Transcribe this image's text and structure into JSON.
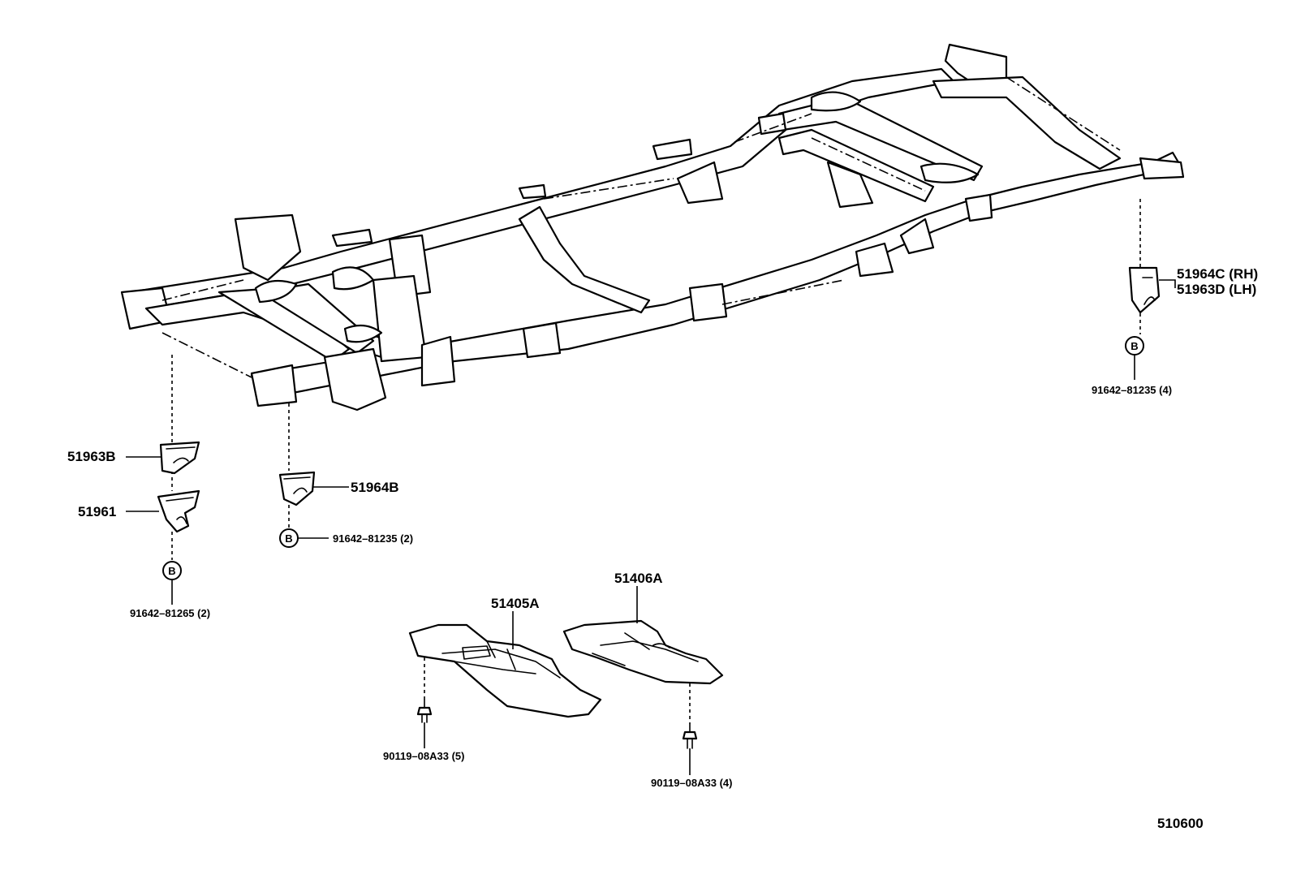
{
  "callouts": {
    "p51964C": "51964C (RH)",
    "p51963D": "51963D (LH)",
    "bolt_right": "91642–81235 (4)",
    "p51963B": "51963B",
    "p51961": "51961",
    "p51964B": "51964B",
    "bolt_mid": "91642–81235 (2)",
    "bolt_left": "91642–81265 (2)",
    "p51405A": "51405A",
    "p51406A": "51406A",
    "screw_left": "90119–08A33 (5)",
    "screw_right": "90119–08A33 (4)",
    "diagram_code": "510600"
  },
  "markers": {
    "b_letter": "B"
  }
}
